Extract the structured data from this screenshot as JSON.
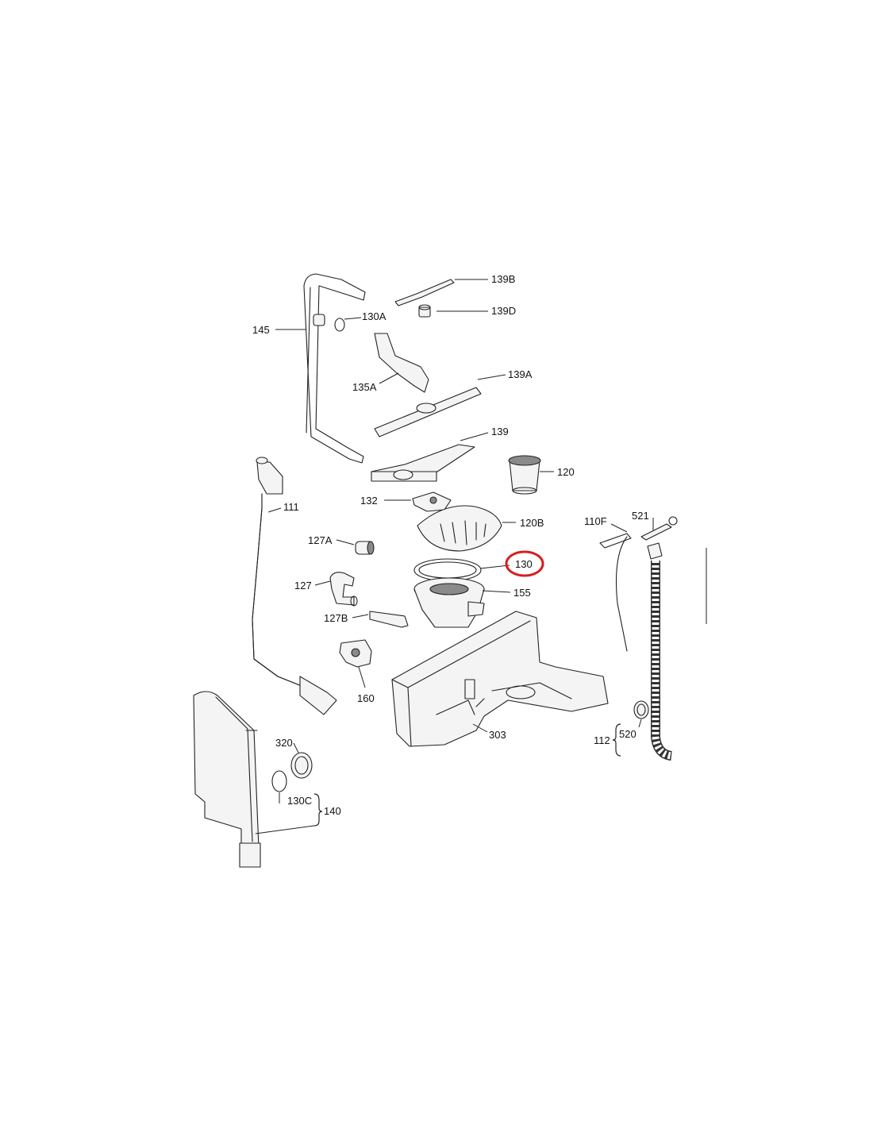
{
  "highlight_color": "#d42020",
  "labels": {
    "p145": "145",
    "p130A": "130A",
    "p139B": "139B",
    "p139D": "139D",
    "p135A": "135A",
    "p139A": "139A",
    "p139": "139",
    "p120": "120",
    "p111": "111",
    "p132": "132",
    "p120B": "120B",
    "p110F": "110F",
    "p521": "521",
    "p127A": "127A",
    "p130": "130",
    "p127": "127",
    "p155": "155",
    "p127B": "127B",
    "p160": "160",
    "p303": "303",
    "p112": "112",
    "p520": "520",
    "p320": "320",
    "p130C": "130C",
    "p140": "140"
  }
}
